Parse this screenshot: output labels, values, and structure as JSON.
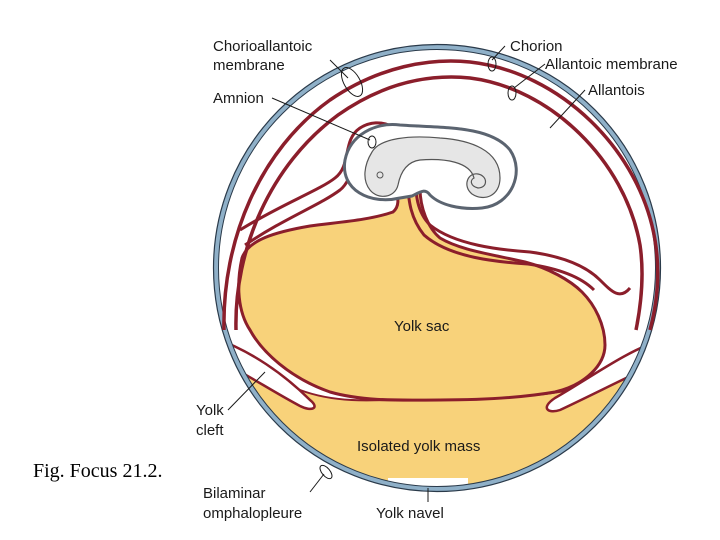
{
  "labels": {
    "chorioallantoic_membrane_line1": "Chorioallantoic",
    "chorioallantoic_membrane_line2": "membrane",
    "chorion": "Chorion",
    "allantoic_membrane": "Allantoic membrane",
    "amnion": "Amnion",
    "allantois": "Allantois",
    "yolk_sac": "Yolk sac",
    "yolk_cleft_line1": "Yolk",
    "yolk_cleft_line2": "cleft",
    "isolated_yolk_mass": "Isolated yolk mass",
    "bilaminar_omphalopleure_line1": "Bilaminar",
    "bilaminar_omphalopleure_line2": "omphalopleure",
    "yolk_navel": "Yolk navel"
  },
  "caption": "Fig. Focus 21.2.",
  "colors": {
    "yolk": "#F8D27A",
    "membrane_red": "#8B1E2B",
    "chorion_blue": "#8FB0C8",
    "embryo": "#E6E6E6",
    "background": "#FFFFFF"
  }
}
